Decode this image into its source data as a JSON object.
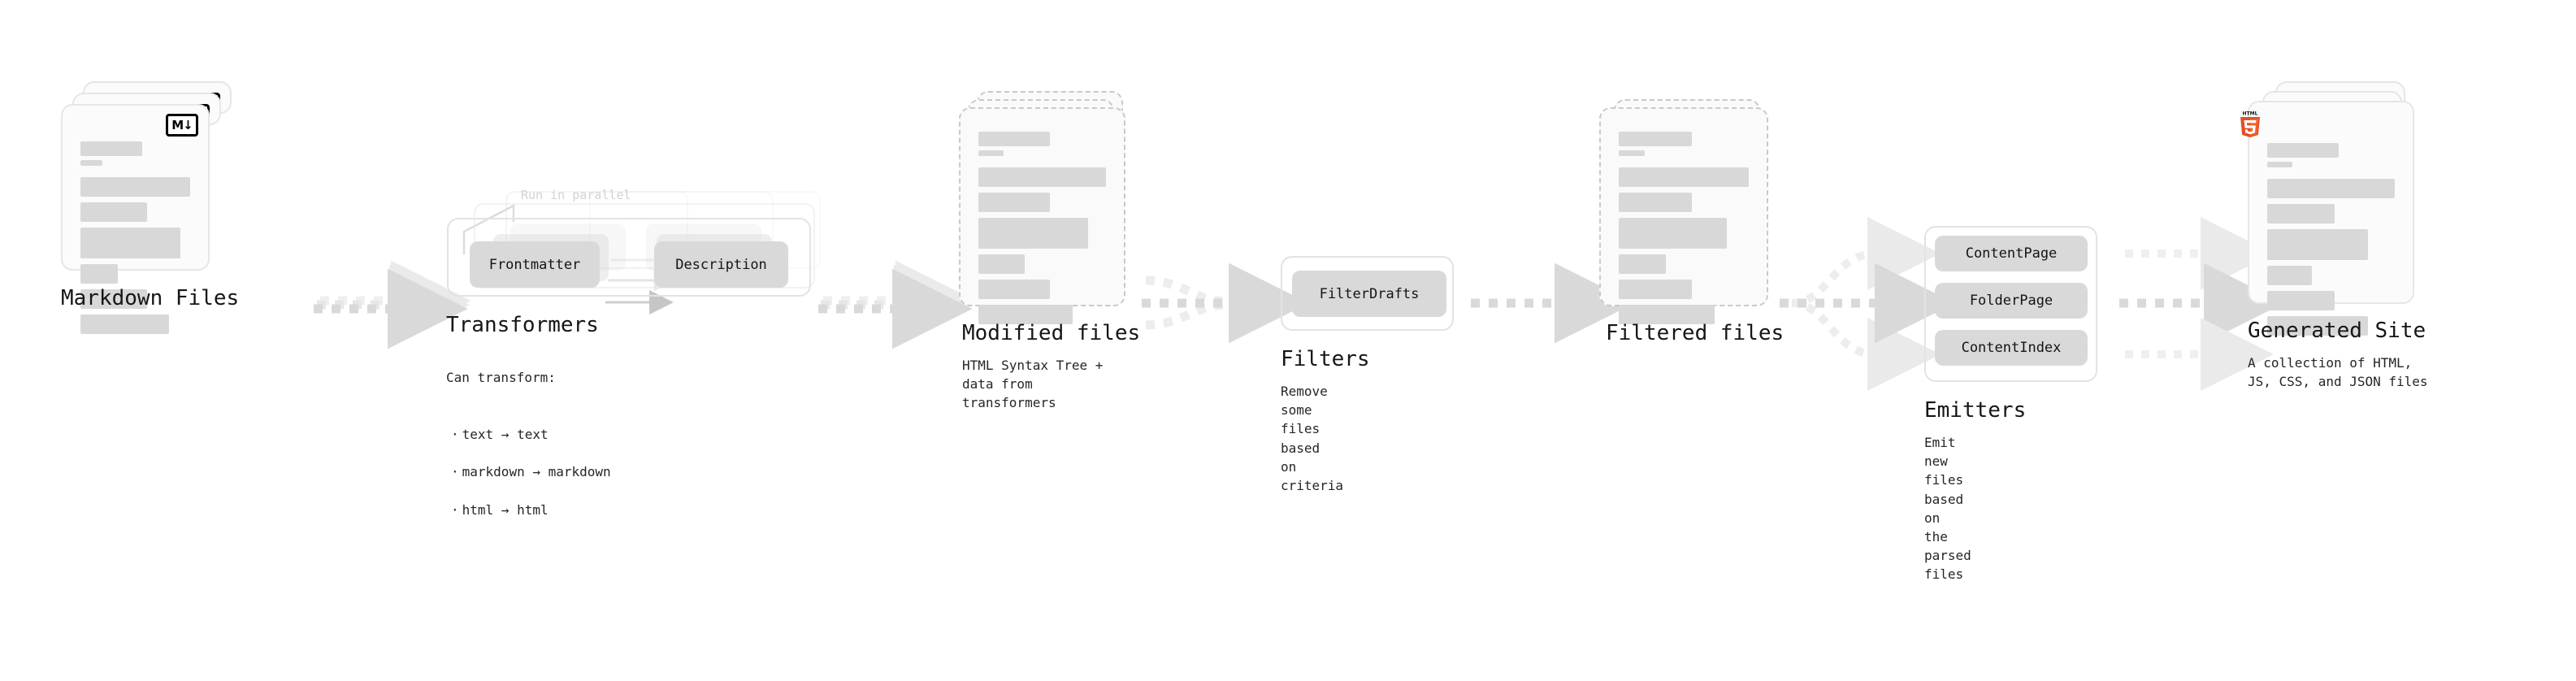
{
  "theme": {
    "bg": "#ffffff",
    "skeleton": "#d8d8d8",
    "card_border": "#e6e6e6",
    "dashed_border": "#c9c9c9",
    "chip_bg": "#d9d9d9",
    "arrow": "#d9d9d9",
    "text": "#161616",
    "muted_text": "#d2d2d2",
    "html5_orange": "#e44d26",
    "css_blue": "#264de4",
    "js_yellow": "#f0db4f"
  },
  "stages": [
    {
      "id": "markdown-files",
      "title": "Markdown Files",
      "caption": "",
      "badge": "markdown-badge",
      "badge_text": "M↓"
    },
    {
      "id": "transformers",
      "title": "Transformers",
      "caption_head": "Can transform:",
      "bullets": [
        "text → text",
        "markdown → markdown",
        "html → html"
      ],
      "annotation": "Run in parallel",
      "chips": [
        "Frontmatter",
        "Description"
      ]
    },
    {
      "id": "modified-files",
      "title": "Modified files",
      "caption": "HTML Syntax Tree +\ndata from transformers"
    },
    {
      "id": "filters",
      "title": "Filters",
      "caption": "Remove some files based\non criteria",
      "chips": [
        "FilterDrafts"
      ]
    },
    {
      "id": "filtered-files",
      "title": "Filtered files",
      "caption": ""
    },
    {
      "id": "emitters",
      "title": "Emitters",
      "caption": "Emit new files based on\nthe parsed files",
      "chips": [
        "ContentPage",
        "FolderPage",
        "ContentIndex"
      ]
    },
    {
      "id": "generated-site",
      "title": "Generated Site",
      "caption": "A collection of HTML,\nJS, CSS, and JSON files",
      "badges": [
        "css-badge",
        "js-badge",
        "html5-badge"
      ],
      "badge_text": "HTML"
    }
  ]
}
